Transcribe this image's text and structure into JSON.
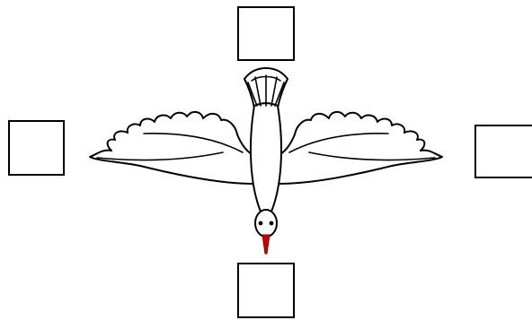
{
  "figure": {
    "subject": "dove-icon",
    "colors": {
      "outline": "#000000",
      "fill": "#ffffff",
      "beak": "#cc0000"
    },
    "answer_boxes": [
      {
        "position": "top",
        "text": ""
      },
      {
        "position": "left",
        "text": ""
      },
      {
        "position": "right",
        "text": ""
      },
      {
        "position": "bottom",
        "text": ""
      }
    ]
  }
}
